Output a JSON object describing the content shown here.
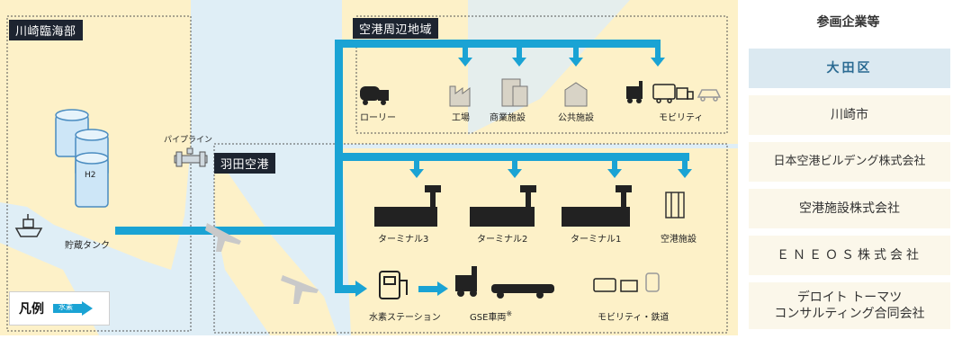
{
  "map": {
    "zones": {
      "kawasaki": "川崎臨海部",
      "airport_area": "空港周辺地域",
      "haneda": "羽田空港"
    },
    "labels": {
      "storage_tank": "貯蔵タンク",
      "h2": "H2",
      "pipeline": "パイプライン",
      "lorry": "ローリー",
      "factory": "工場",
      "commercial": "商業施設",
      "public": "公共施設",
      "mobility": "モビリティ",
      "terminal3": "ターミナル3",
      "terminal2": "ターミナル2",
      "terminal1": "ターミナル1",
      "airport_facility": "空港施設",
      "hydrogen_station": "水素ステーション",
      "gse": "GSE車両",
      "gse_mark": "※",
      "mobility_rail": "モビリティ・鉄道"
    },
    "legend": {
      "label": "凡例",
      "arrow_text": "水素"
    },
    "colors": {
      "land": "#fdf1c8",
      "water": "#dfeef6",
      "flow": "#1aa3d4",
      "zone_label_bg": "#1d2430"
    }
  },
  "panel": {
    "title": "参画企業等",
    "companies": [
      {
        "lines": [
          "大田区"
        ]
      },
      {
        "lines": [
          "川崎市"
        ]
      },
      {
        "lines": [
          "日本空港ビルデング株式会社"
        ]
      },
      {
        "lines": [
          "空港施設株式会社"
        ]
      },
      {
        "lines": [
          "ＥＮＥＯＳ株式会社"
        ]
      },
      {
        "lines": [
          "デロイト トーマツ",
          "コンサルティング合同会社"
        ]
      }
    ]
  }
}
